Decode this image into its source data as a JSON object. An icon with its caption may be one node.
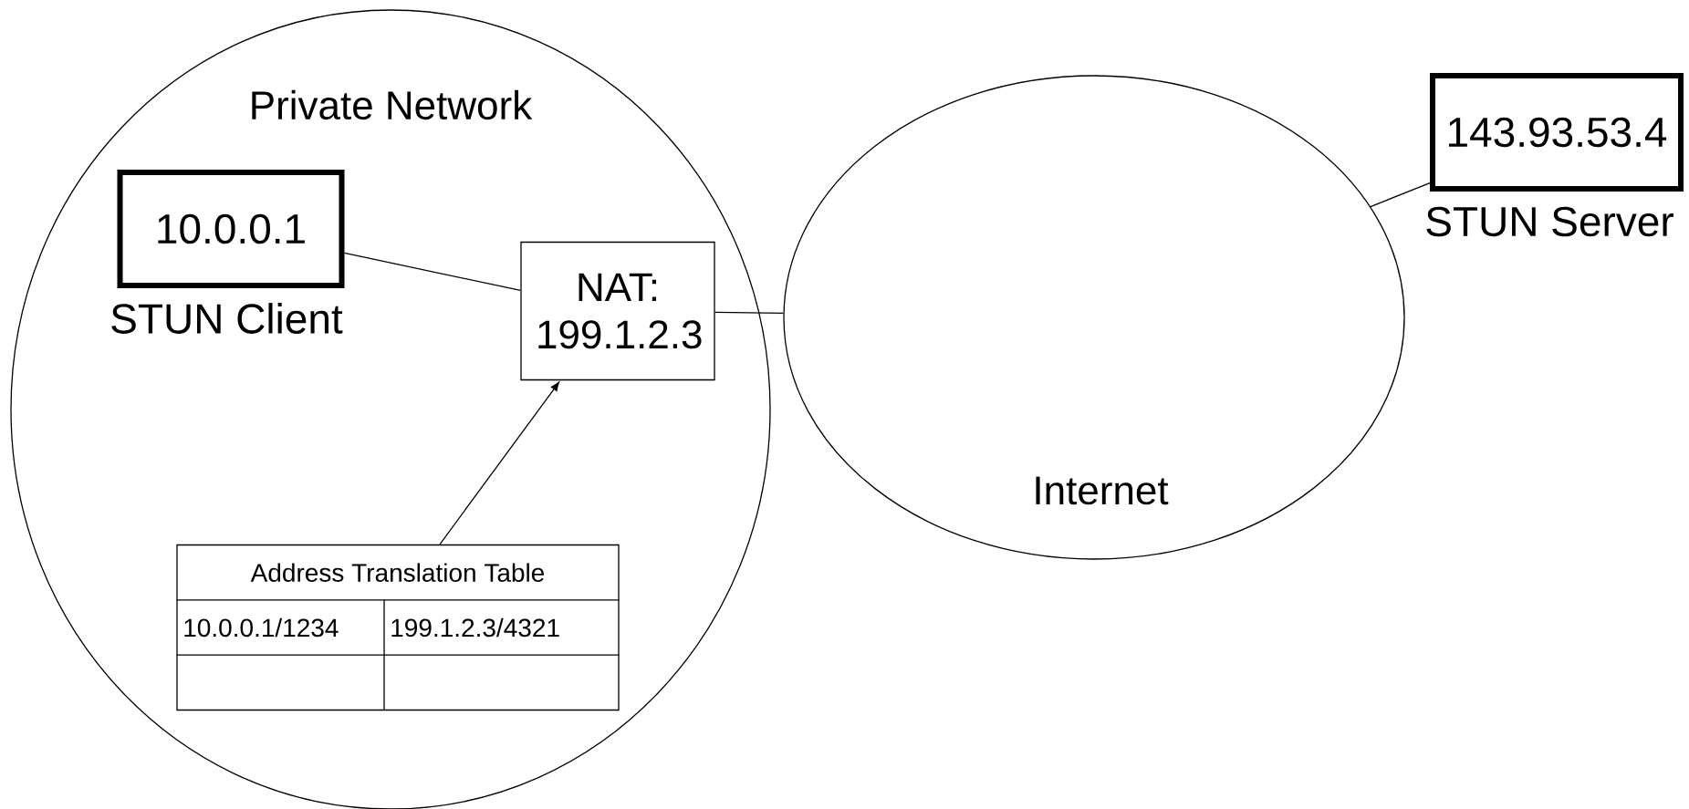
{
  "diagram": {
    "nodes": [
      {
        "text": [
          "Private Network"
        ]
      },
      {
        "text": [
          "10.0.0.1"
        ],
        "beside": [
          "STUN Client"
        ],
        "in": 0
      },
      {
        "text": [
          "NAT: 199.1.2.3"
        ],
        "in": 0
      },
      {
        "text": [
          "Address Translation Table",
          "10.0.0.1/1234",
          "199.1.2.3/4321"
        ],
        "in": 0
      },
      {
        "text": [
          "Internet"
        ]
      },
      {
        "text": [
          "143.93.53.4"
        ],
        "beside": [
          "STUN Server"
        ]
      }
    ],
    "edges": [
      {
        "from": 1,
        "to": 2,
        "arrow": "none"
      },
      {
        "from": 3,
        "to": 2,
        "arrow": "to"
      },
      {
        "from": 2,
        "to": 4,
        "arrow": "none"
      },
      {
        "from": 4,
        "to": 5,
        "arrow": "none"
      }
    ]
  }
}
